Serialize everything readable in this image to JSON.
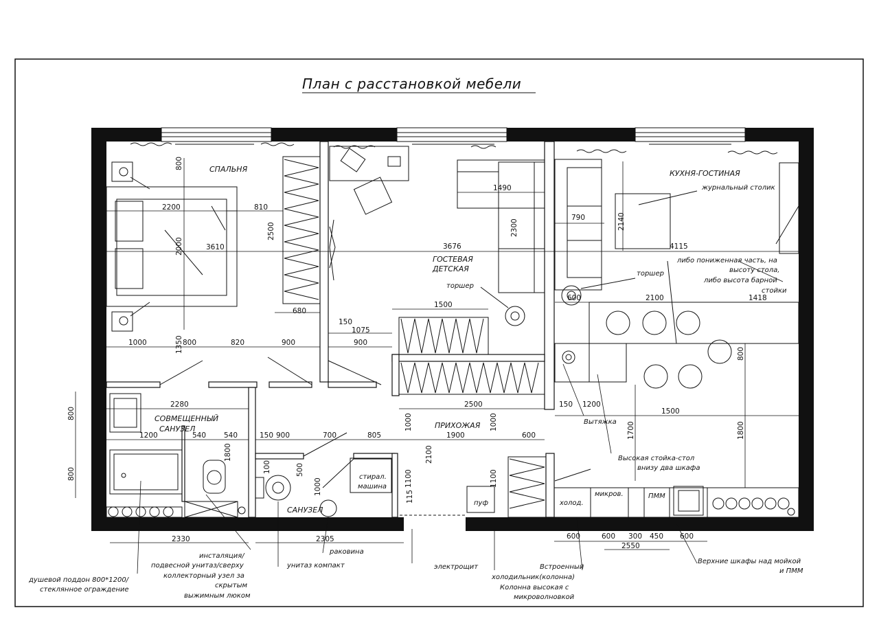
{
  "title": "План с расстановкой  мебели",
  "rooms": {
    "bedroom": "СПАЛЬНЯ",
    "guest": "ГОСТЕВАЯ",
    "kids": "ДЕТСКАЯ",
    "kitchen": "КУХНЯ-ГОСТИНАЯ",
    "hall": "ПРИХОЖАЯ",
    "bath1": "СОВМЕЩЕННЫЙ",
    "bath2": "САНУЗЕЛ",
    "wc": "САНУЗЕЛ"
  },
  "labels": {
    "coffee_table": "журнальный столик",
    "torsher_right": "торшер",
    "torsher_mid": "торшер",
    "bar1": "либо пониженная часть, на",
    "bar2": "высоту стола,",
    "bar3": "либо высота барной",
    "bar4": "стойки",
    "hood": "Вытяжка",
    "stand1": "Высокая стойка-стол",
    "stand2": "внизу два шкафа",
    "washer1": "стирал.",
    "washer2": "машина",
    "puf": "пуф",
    "fridge_short": "холод.",
    "micro": "микров.",
    "pmm": "ПММ",
    "sink": "раковина",
    "shower1": "душевой поддон 800*1200/",
    "shower2": "стеклянное ограждение",
    "install1": "инсталяция/",
    "install2": "подвесной унитаз/сверху",
    "install3": "коллекторный узел за",
    "install4": "скрытым",
    "install5": "выжимным люком",
    "toilet": "унитаз компакт",
    "panel": "электрощит",
    "builtin1": "Встроенный",
    "builtin2": "холодильник(колонна)",
    "builtin3": "Колонна высокая с",
    "builtin4": "микроволновкой",
    "upper1": "Верхние шкафы над мойкой",
    "upper2": "и ПММ"
  },
  "dims": {
    "d800a": "800",
    "d2200": "2200",
    "d810": "810",
    "d2000": "2000",
    "d3610": "3610",
    "d2500a": "2500",
    "d680": "680",
    "d1000a": "1000",
    "d1350": "1350",
    "d800b": "800",
    "d820": "820",
    "d900a": "900",
    "d150a": "150",
    "d1075": "1075",
    "d900b": "900",
    "d3676": "3676",
    "d1490": "1490",
    "d2300": "2300",
    "d1500a": "1500",
    "d790": "790",
    "d2140": "2140",
    "d4115": "4115",
    "d600a": "600",
    "d2100a": "2100",
    "d1418": "1418",
    "d800c": "800",
    "d2280": "2280",
    "d800d": "800",
    "d800e": "800",
    "d1200a": "1200",
    "d540a": "540",
    "d540b": "540",
    "d1800a": "1800",
    "d150b": "150",
    "d900c": "900",
    "d700": "700",
    "d805": "805",
    "d1900": "1900",
    "d600b": "600",
    "d1000b": "1000",
    "d1000c": "1000",
    "d2100b": "2100",
    "d2500b": "2500",
    "d150c": "150",
    "d1200b": "1200",
    "d1500b": "1500",
    "d1700": "1700",
    "d1800b": "1800",
    "d100": "100",
    "d500": "500",
    "d1000d": "1000",
    "d1100a": "1100",
    "d115": "115",
    "d1100b": "1100",
    "d2330": "2330",
    "d2305": "2305",
    "k600a": "600",
    "k600b": "600",
    "k300": "300",
    "k450": "450",
    "k600c": "600",
    "k2550": "2550"
  }
}
